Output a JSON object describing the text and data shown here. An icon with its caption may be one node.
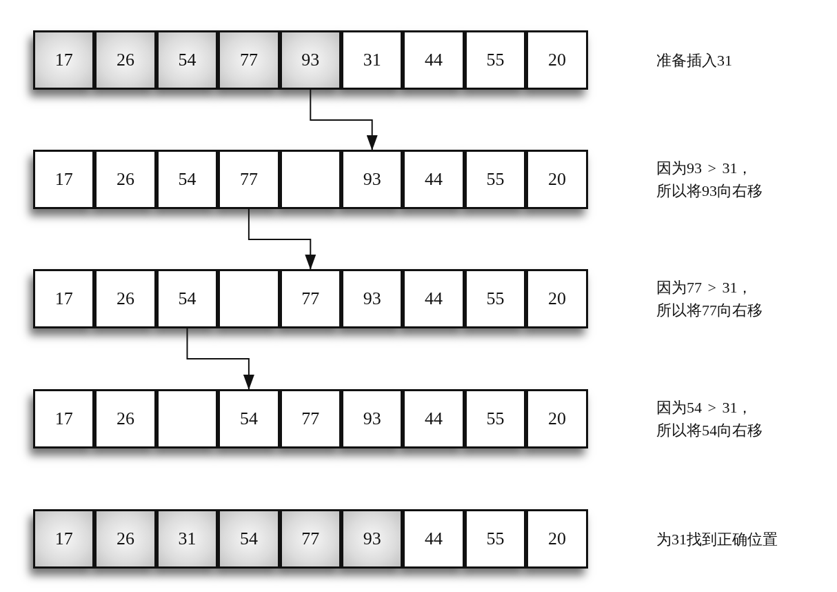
{
  "diagram": {
    "nodes": [
      {
        "text": [
          "17"
        ]
      },
      {
        "text": [
          "26"
        ]
      },
      {
        "text": [
          "54"
        ]
      },
      {
        "text": [
          "77"
        ]
      },
      {
        "text": [
          "93"
        ]
      },
      {
        "text": [
          "31"
        ]
      },
      {
        "text": [
          "44"
        ]
      },
      {
        "text": [
          "55"
        ]
      },
      {
        "text": [
          "20"
        ]
      },
      {
        "text": [
          "17"
        ]
      },
      {
        "text": [
          "26"
        ]
      },
      {
        "text": [
          "54"
        ]
      },
      {
        "text": [
          "77"
        ]
      },
      {
        "text": [],
        "shape": "box"
      },
      {
        "text": [
          "93"
        ]
      },
      {
        "text": [
          "44"
        ]
      },
      {
        "text": [
          "55"
        ]
      },
      {
        "text": [
          "20"
        ]
      },
      {
        "text": [
          "17"
        ]
      },
      {
        "text": [
          "26"
        ]
      },
      {
        "text": [
          "54"
        ]
      },
      {
        "text": [],
        "shape": "box"
      },
      {
        "text": [
          "77"
        ]
      },
      {
        "text": [
          "93"
        ]
      },
      {
        "text": [
          "44"
        ]
      },
      {
        "text": [
          "55"
        ]
      },
      {
        "text": [
          "20"
        ]
      },
      {
        "text": [
          "17"
        ]
      },
      {
        "text": [
          "26"
        ]
      },
      {
        "text": [],
        "shape": "box"
      },
      {
        "text": [
          "54"
        ]
      },
      {
        "text": [
          "77"
        ]
      },
      {
        "text": [
          "93"
        ]
      },
      {
        "text": [
          "44"
        ]
      },
      {
        "text": [
          "55"
        ]
      },
      {
        "text": [
          "20"
        ]
      },
      {
        "text": [
          "17"
        ]
      },
      {
        "text": [
          "26"
        ]
      },
      {
        "text": [
          "31"
        ]
      },
      {
        "text": [
          "54"
        ]
      },
      {
        "text": [
          "77"
        ]
      },
      {
        "text": [
          "93"
        ]
      },
      {
        "text": [
          "44"
        ]
      },
      {
        "text": [
          "55"
        ]
      },
      {
        "text": [
          "20"
        ]
      }
    ],
    "edges": [
      {
        "from": 4,
        "to": 14,
        "arrow": "to"
      },
      {
        "from": 12,
        "to": 22,
        "arrow": "to"
      },
      {
        "from": 20,
        "to": 30,
        "arrow": "to"
      }
    ],
    "labels": [
      "准备插入31",
      "因为93 > 31，所以将93向右移",
      "因为77 > 31，所以将77向右移",
      "因为54 > 31，所以将54向右移",
      "为31找到正确位置"
    ]
  }
}
